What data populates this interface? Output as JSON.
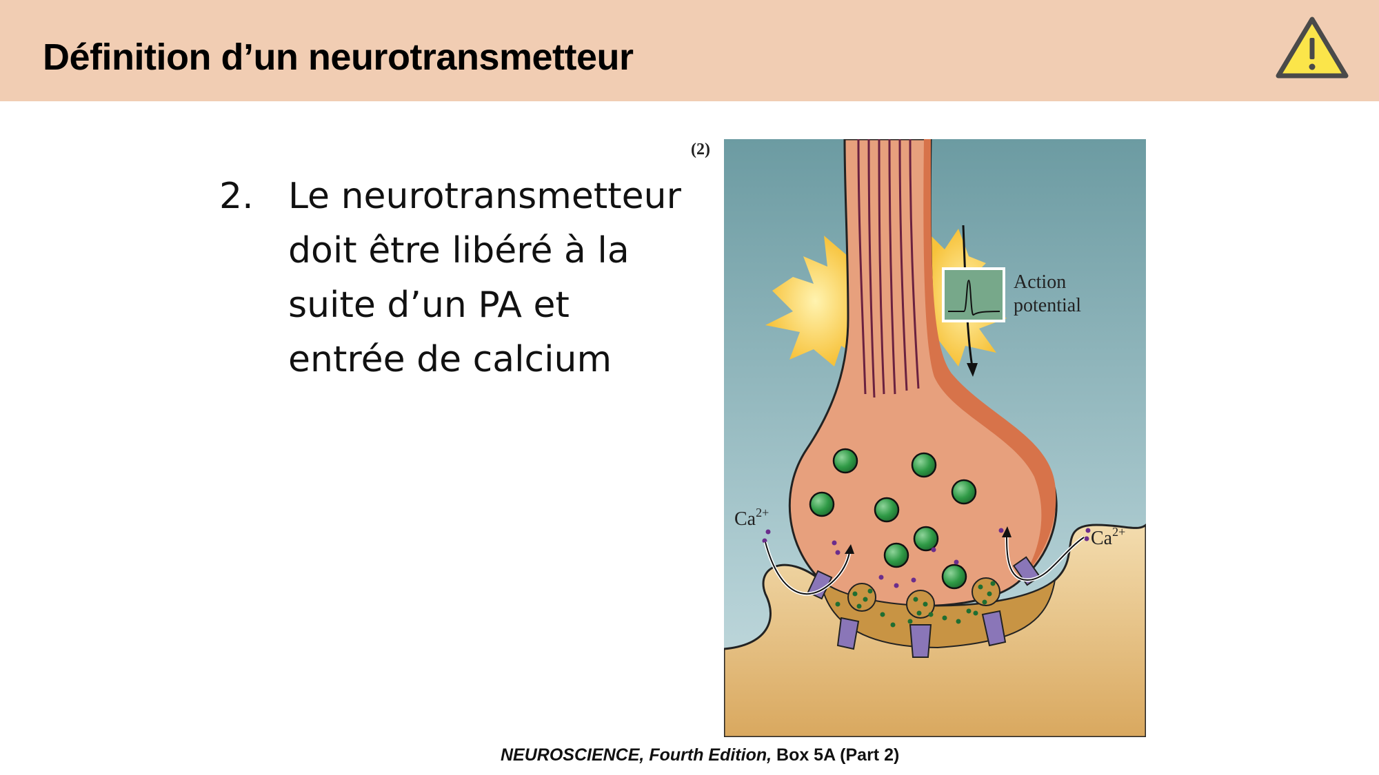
{
  "slide": {
    "title": "Définition d’un neurotransmetteur",
    "warning_icon": "warning-triangle-icon",
    "colors": {
      "header_bg": "#f1cdb3",
      "warning_fill": "#fbe54a",
      "warning_stroke": "#4a4a4a"
    }
  },
  "content": {
    "item_number": "2.",
    "item_lines": [
      "Le neurotransmetteur",
      "doit être libéré à la",
      "suite d’un PA et",
      "entrée de calcium"
    ]
  },
  "figure": {
    "panel_label": "(2)",
    "action_potential_label_line1": "Action",
    "action_potential_label_line2": "potential",
    "calcium_label_left": "Ca",
    "calcium_label_right": "Ca",
    "calcium_superscript": "2+"
  },
  "caption": {
    "book": "NEUROSCIENCE,",
    "edition": " Fourth Edition,",
    "reference": " Box 5A (Part 2)"
  }
}
